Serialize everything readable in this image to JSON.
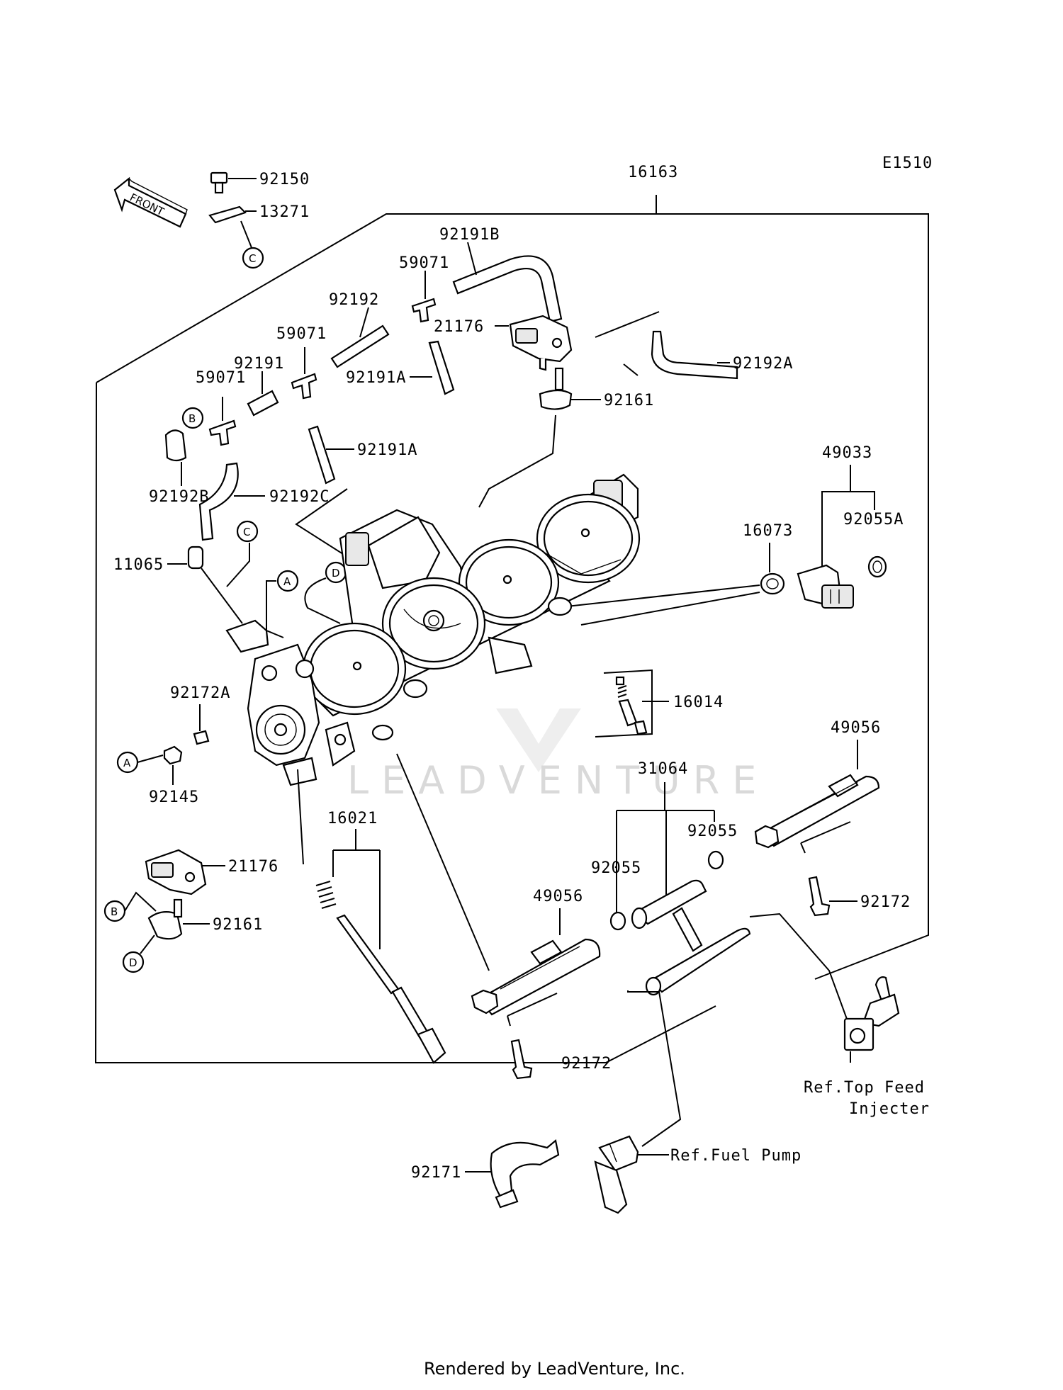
{
  "diagram": {
    "code": "E1510",
    "front_label": "FRONT",
    "watermark": "LEADVENTURE",
    "footer": "Rendered by LeadVenture, Inc.",
    "part_numbers": {
      "p92150": "92150",
      "p13271": "13271",
      "p16163": "16163",
      "p92191B": "92191B",
      "p59071_a": "59071",
      "p21176_top": "21176",
      "p92192": "92192",
      "p59071_b": "59071",
      "p92192A": "92192A",
      "p92191": "92191",
      "p92191A_a": "92191A",
      "p59071_c": "59071",
      "p92161_top": "92161",
      "p92191A_b": "92191A",
      "p49033": "49033",
      "p92192B": "92192B",
      "p92192C": "92192C",
      "p16073": "16073",
      "p92055A": "92055A",
      "p11065": "11065",
      "p16014": "16014",
      "p92172A": "92172A",
      "p49056_right": "49056",
      "p92145": "92145",
      "p31064": "31064",
      "p16021": "16021",
      "p92055_right": "92055",
      "p21176_bottom": "21176",
      "p92055_left": "92055",
      "p92161_bottom": "92161",
      "p49056_left": "49056",
      "p92172_right": "92172",
      "p92172_bottom": "92172",
      "p92171": "92171"
    },
    "callouts": {
      "c_C_top": "C",
      "c_B_top": "B",
      "c_C_mid": "C",
      "c_A_mid": "A",
      "c_D_mid": "D",
      "c_A_left": "A",
      "c_B_bottom": "B",
      "c_D_bottom": "D"
    },
    "references": {
      "top_feed_line1": "Ref.Top Feed",
      "top_feed_line2": "Injecter",
      "fuel_pump": "Ref.Fuel Pump"
    }
  }
}
